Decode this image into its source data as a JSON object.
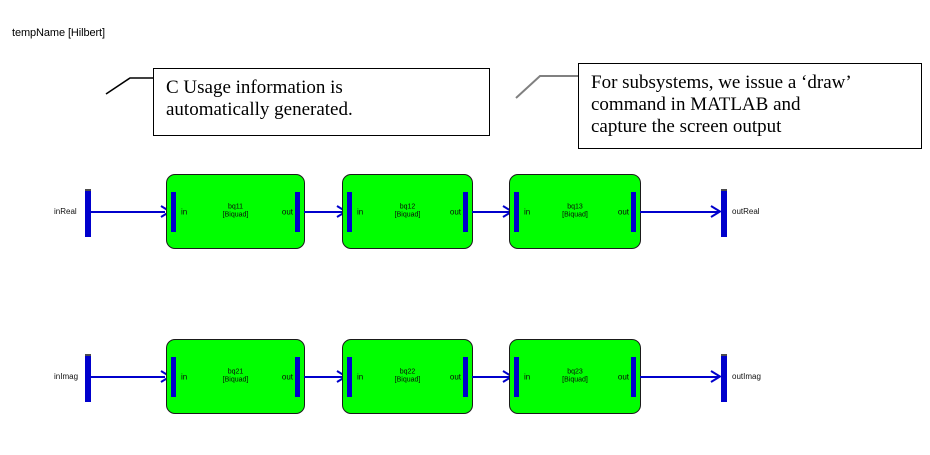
{
  "diagram": {
    "title": "tempName [Hilbert]",
    "canvas_background": "#ffffff",
    "block_fill": "#00ff00",
    "signal_color": "#0000cc",
    "border_color": "#1a1a1a"
  },
  "annotations": [
    {
      "id": "c-usage",
      "lines": [
        "C Usage information is",
        "automatically generated."
      ],
      "leader": "diagonal-then-horizontal",
      "leader_color": "#000000"
    },
    {
      "id": "matlab-draw",
      "lines": [
        "For subsystems, we issue a ‘draw’",
        "command in MATLAB and",
        "capture the screen output"
      ],
      "leader": "diagonal-then-horizontal",
      "leader_color": "#808080"
    }
  ],
  "inports": [
    {
      "name": "inReal",
      "row": "real"
    },
    {
      "name": "inImag",
      "row": "imag"
    }
  ],
  "outports": [
    {
      "name": "outReal",
      "row": "real"
    },
    {
      "name": "outImag",
      "row": "imag"
    }
  ],
  "rows": [
    {
      "id": "real",
      "blocks": [
        {
          "name": "bq11",
          "type": "[Biquad]",
          "in_port": "in",
          "out_port": "out"
        },
        {
          "name": "bq12",
          "type": "[Biquad]",
          "in_port": "in",
          "out_port": "out"
        },
        {
          "name": "bq13",
          "type": "[Biquad]",
          "in_port": "in",
          "out_port": "out"
        }
      ]
    },
    {
      "id": "imag",
      "blocks": [
        {
          "name": "bq21",
          "type": "[Biquad]",
          "in_port": "in",
          "out_port": "out"
        },
        {
          "name": "bq22",
          "type": "[Biquad]",
          "in_port": "in",
          "out_port": "out"
        },
        {
          "name": "bq23",
          "type": "[Biquad]",
          "in_port": "in",
          "out_port": "out"
        }
      ]
    }
  ]
}
